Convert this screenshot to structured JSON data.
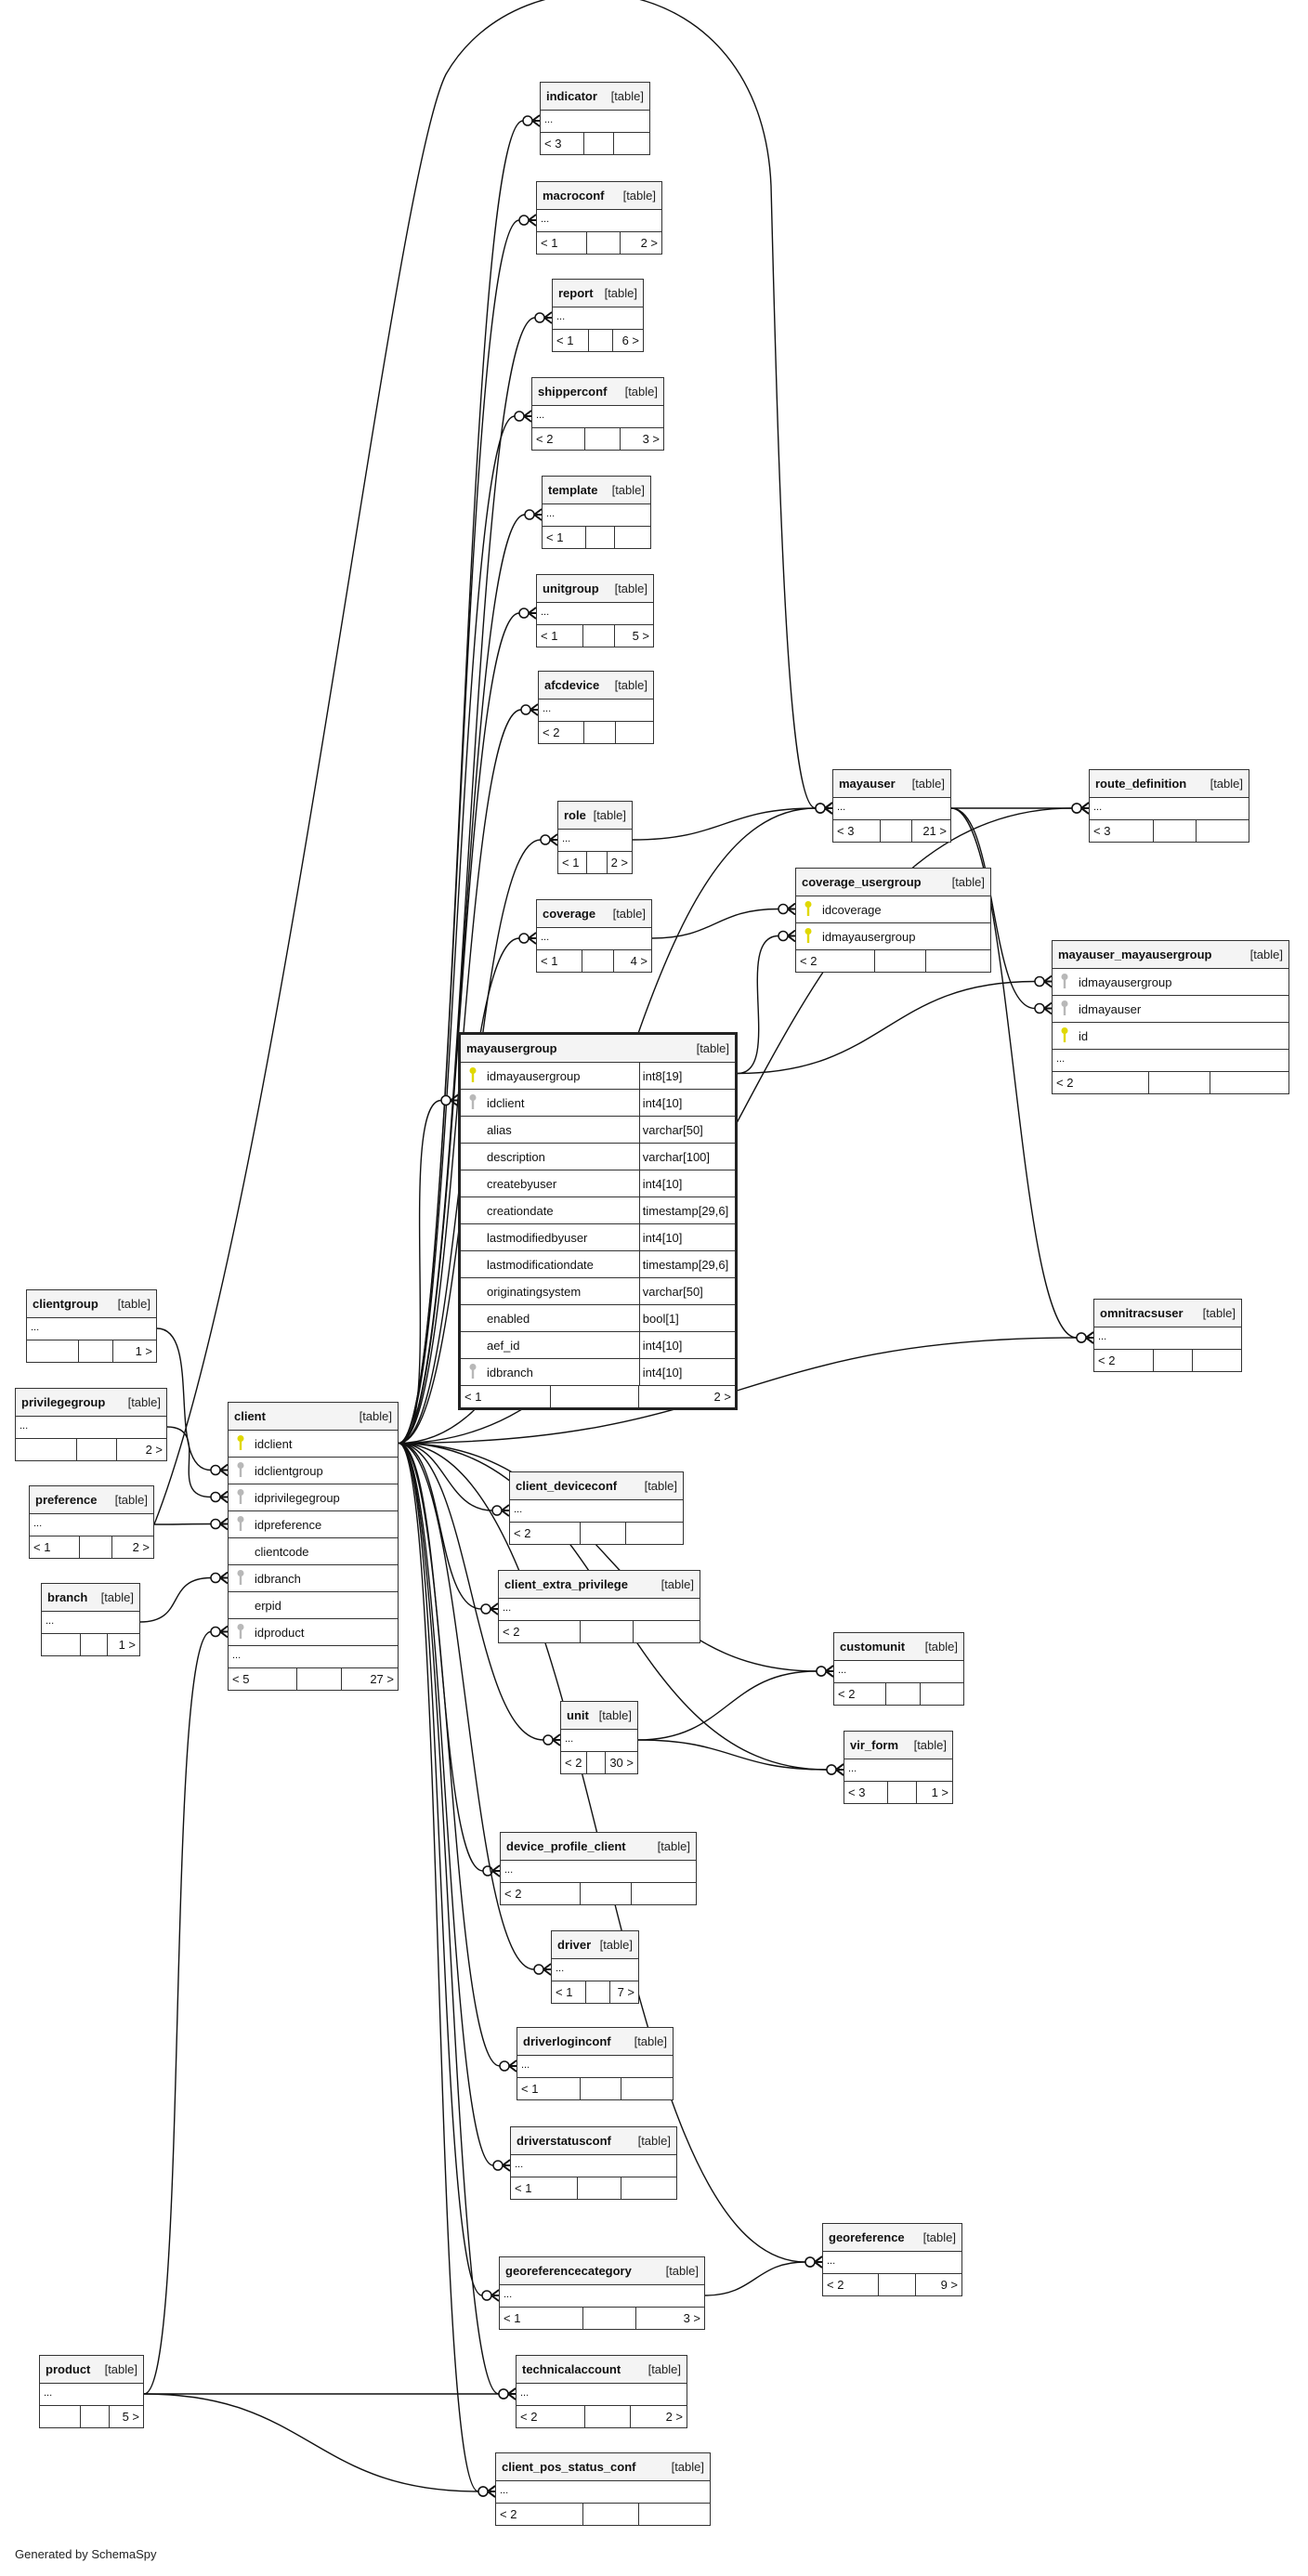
{
  "table_label": "[table]",
  "credit": "Generated by SchemaSpy",
  "colors": {
    "primary_key": "#e0d800",
    "foreign_key": "#b8b8b8",
    "line": "#111111",
    "header_bg": "#f4f4f4"
  },
  "tables": [
    {
      "name": "indicator",
      "ellipsis": true,
      "footer": [
        "< 3",
        "",
        ""
      ]
    },
    {
      "name": "macroconf",
      "ellipsis": true,
      "footer": [
        "< 1",
        "",
        "2 >"
      ]
    },
    {
      "name": "report",
      "ellipsis": true,
      "footer": [
        "< 1",
        "",
        "6 >"
      ]
    },
    {
      "name": "shipperconf",
      "ellipsis": true,
      "footer": [
        "< 2",
        "",
        "3 >"
      ]
    },
    {
      "name": "template",
      "ellipsis": true,
      "footer": [
        "< 1",
        "",
        ""
      ]
    },
    {
      "name": "unitgroup",
      "ellipsis": true,
      "footer": [
        "< 1",
        "",
        "5 >"
      ]
    },
    {
      "name": "afcdevice",
      "ellipsis": true,
      "footer": [
        "< 2",
        "",
        ""
      ]
    },
    {
      "name": "role",
      "ellipsis": true,
      "footer": [
        "< 1",
        "",
        "2 >"
      ]
    },
    {
      "name": "coverage",
      "ellipsis": true,
      "footer": [
        "< 1",
        "",
        "4 >"
      ]
    },
    {
      "name": "mayauser",
      "ellipsis": true,
      "footer": [
        "< 3",
        "",
        "21 >"
      ]
    },
    {
      "name": "route_definition",
      "ellipsis": true,
      "footer": [
        "< 3",
        "",
        ""
      ]
    },
    {
      "name": "coverage_usergroup",
      "ellipsis": false,
      "columns": [
        {
          "name": "idcoverage",
          "key": "pk"
        },
        {
          "name": "idmayausergroup",
          "key": "pk"
        }
      ],
      "footer": [
        "< 2",
        "",
        ""
      ]
    },
    {
      "name": "mayauser_mayausergroup",
      "ellipsis": true,
      "columns": [
        {
          "name": "idmayausergroup",
          "key": "fk"
        },
        {
          "name": "idmayauser",
          "key": "fk"
        },
        {
          "name": "id",
          "key": "pk"
        }
      ],
      "footer": [
        "< 2",
        "",
        ""
      ]
    },
    {
      "name": "mayausergroup",
      "ellipsis": false,
      "focus": true,
      "columns": [
        {
          "name": "idmayausergroup",
          "key": "pk",
          "type": "int8[19]"
        },
        {
          "name": "idclient",
          "key": "fk",
          "type": "int4[10]"
        },
        {
          "name": "alias",
          "type": "varchar[50]"
        },
        {
          "name": "description",
          "type": "varchar[100]"
        },
        {
          "name": "createbyuser",
          "type": "int4[10]"
        },
        {
          "name": "creationdate",
          "type": "timestamp[29,6]"
        },
        {
          "name": "lastmodifiedbyuser",
          "type": "int4[10]"
        },
        {
          "name": "lastmodificationdate",
          "type": "timestamp[29,6]"
        },
        {
          "name": "originatingsystem",
          "type": "varchar[50]"
        },
        {
          "name": "enabled",
          "type": "bool[1]"
        },
        {
          "name": "aef_id",
          "type": "int4[10]"
        },
        {
          "name": "idbranch",
          "key": "fk",
          "type": "int4[10]"
        }
      ],
      "footer": [
        "< 1",
        "",
        "2 >"
      ]
    },
    {
      "name": "omnitracsuser",
      "ellipsis": true,
      "footer": [
        "< 2",
        "",
        ""
      ]
    },
    {
      "name": "clientgroup",
      "ellipsis": true,
      "footer": [
        "",
        "",
        "1 >"
      ]
    },
    {
      "name": "privilegegroup",
      "ellipsis": true,
      "footer": [
        "",
        "",
        "2 >"
      ]
    },
    {
      "name": "preference",
      "ellipsis": true,
      "footer": [
        "< 1",
        "",
        "2 >"
      ]
    },
    {
      "name": "branch",
      "ellipsis": true,
      "footer": [
        "",
        "",
        "1 >"
      ]
    },
    {
      "name": "client",
      "ellipsis": true,
      "columns": [
        {
          "name": "idclient",
          "key": "pk"
        },
        {
          "name": "idclientgroup",
          "key": "fk"
        },
        {
          "name": "idprivilegegroup",
          "key": "fk"
        },
        {
          "name": "idpreference",
          "key": "fk"
        },
        {
          "name": "clientcode"
        },
        {
          "name": "idbranch",
          "key": "fk"
        },
        {
          "name": "erpid"
        },
        {
          "name": "idproduct",
          "key": "fk"
        }
      ],
      "footer": [
        "< 5",
        "",
        "27 >"
      ]
    },
    {
      "name": "client_deviceconf",
      "ellipsis": true,
      "footer": [
        "< 2",
        "",
        ""
      ]
    },
    {
      "name": "client_extra_privilege",
      "ellipsis": true,
      "footer": [
        "< 2",
        "",
        ""
      ]
    },
    {
      "name": "customunit",
      "ellipsis": true,
      "footer": [
        "< 2",
        "",
        ""
      ]
    },
    {
      "name": "unit",
      "ellipsis": true,
      "footer": [
        "< 2",
        "",
        "30 >"
      ]
    },
    {
      "name": "vir_form",
      "ellipsis": true,
      "footer": [
        "< 3",
        "",
        "1 >"
      ]
    },
    {
      "name": "device_profile_client",
      "ellipsis": true,
      "footer": [
        "< 2",
        "",
        ""
      ]
    },
    {
      "name": "driver",
      "ellipsis": true,
      "footer": [
        "< 1",
        "",
        "7 >"
      ]
    },
    {
      "name": "driverloginconf",
      "ellipsis": true,
      "footer": [
        "< 1",
        "",
        ""
      ]
    },
    {
      "name": "driverstatusconf",
      "ellipsis": true,
      "footer": [
        "< 1",
        "",
        ""
      ]
    },
    {
      "name": "georeference",
      "ellipsis": true,
      "footer": [
        "< 2",
        "",
        "9 >"
      ]
    },
    {
      "name": "georeferencecategory",
      "ellipsis": true,
      "footer": [
        "< 1",
        "",
        "3 >"
      ]
    },
    {
      "name": "technicalaccount",
      "ellipsis": true,
      "footer": [
        "< 2",
        "",
        "2 >"
      ]
    },
    {
      "name": "client_pos_status_conf",
      "ellipsis": true,
      "footer": [
        "< 2",
        "",
        ""
      ]
    },
    {
      "name": "product",
      "ellipsis": true,
      "footer": [
        "",
        "",
        "5 >"
      ]
    }
  ],
  "relationships": [
    {
      "from": "client",
      "to": "indicator"
    },
    {
      "from": "client",
      "to": "macroconf"
    },
    {
      "from": "client",
      "to": "report"
    },
    {
      "from": "client",
      "to": "shipperconf"
    },
    {
      "from": "client",
      "to": "template"
    },
    {
      "from": "client",
      "to": "unitgroup"
    },
    {
      "from": "client",
      "to": "afcdevice"
    },
    {
      "from": "client",
      "to": "role"
    },
    {
      "from": "client",
      "to": "coverage"
    },
    {
      "from": "client",
      "to": "mayauser"
    },
    {
      "from": "client",
      "to": "route_definition"
    },
    {
      "from": "client",
      "to": "omnitracsuser"
    },
    {
      "from": "client",
      "to": "mayausergroup",
      "to_column": "idclient"
    },
    {
      "from": "client",
      "to": "client_deviceconf"
    },
    {
      "from": "client",
      "to": "client_extra_privilege"
    },
    {
      "from": "client",
      "to": "customunit"
    },
    {
      "from": "client",
      "to": "unit"
    },
    {
      "from": "client",
      "to": "vir_form"
    },
    {
      "from": "client",
      "to": "device_profile_client"
    },
    {
      "from": "client",
      "to": "driver"
    },
    {
      "from": "client",
      "to": "driverloginconf"
    },
    {
      "from": "client",
      "to": "driverstatusconf"
    },
    {
      "from": "client",
      "to": "georeference"
    },
    {
      "from": "client",
      "to": "georeferencecategory"
    },
    {
      "from": "client",
      "to": "technicalaccount"
    },
    {
      "from": "client",
      "to": "client_pos_status_conf"
    },
    {
      "from": "clientgroup",
      "to": "client",
      "to_column": "idclientgroup"
    },
    {
      "from": "privilegegroup",
      "to": "client",
      "to_column": "idprivilegegroup"
    },
    {
      "from": "preference",
      "to": "client",
      "to_column": "idpreference"
    },
    {
      "from": "preference",
      "to": "mayauser"
    },
    {
      "from": "branch",
      "to": "client",
      "to_column": "idbranch"
    },
    {
      "from": "product",
      "to": "client",
      "to_column": "idproduct"
    },
    {
      "from": "product",
      "to": "technicalaccount"
    },
    {
      "from": "product",
      "to": "client_pos_status_conf"
    },
    {
      "from": "role",
      "to": "mayauser"
    },
    {
      "from": "coverage",
      "to": "coverage_usergroup",
      "to_column": "idcoverage"
    },
    {
      "from": "mayausergroup",
      "to": "coverage_usergroup",
      "to_column": "idmayausergroup"
    },
    {
      "from": "mayausergroup",
      "to": "mayauser_mayausergroup",
      "to_column": "idmayausergroup"
    },
    {
      "from": "mayauser",
      "to": "mayauser_mayausergroup",
      "to_column": "idmayauser"
    },
    {
      "from": "mayauser",
      "to": "route_definition"
    },
    {
      "from": "mayauser",
      "to": "omnitracsuser"
    },
    {
      "from": "unit",
      "to": "customunit"
    },
    {
      "from": "unit",
      "to": "vir_form"
    },
    {
      "from": "georeferencecategory",
      "to": "georeference"
    }
  ]
}
